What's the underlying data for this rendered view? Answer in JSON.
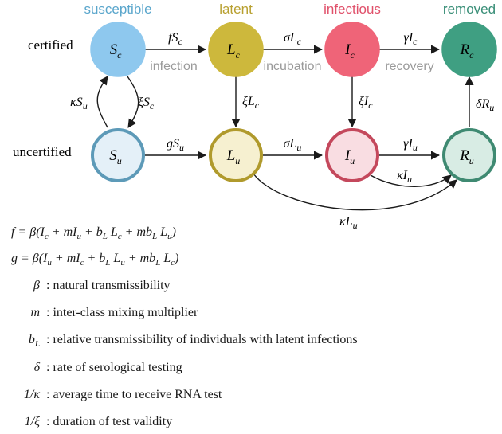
{
  "headers": {
    "susceptible": {
      "text": "susceptible",
      "color": "#5aa6cc"
    },
    "latent": {
      "text": "latent",
      "color": "#b8a030"
    },
    "infectious": {
      "text": "infectious",
      "color": "#e0506a"
    },
    "removed": {
      "text": "removed",
      "color": "#3a8f78"
    }
  },
  "row_labels": {
    "certified": "certified",
    "uncertified": "uncertified"
  },
  "nodes": {
    "Sc": {
      "base": "S",
      "sub": "c",
      "fill": "#8ec8ee",
      "stroke": "#8ec8ee"
    },
    "Lc": {
      "base": "L",
      "sub": "c",
      "fill": "#cdb83c",
      "stroke": "#cdb83c"
    },
    "Ic": {
      "base": "I",
      "sub": "c",
      "fill": "#ef6478",
      "stroke": "#ef6478"
    },
    "Rc": {
      "base": "R",
      "sub": "c",
      "fill": "#3f9f82",
      "stroke": "#3f9f82"
    },
    "Su": {
      "base": "S",
      "sub": "u",
      "fill": "#e4f0f8",
      "stroke": "#5d9ab8"
    },
    "Lu": {
      "base": "L",
      "sub": "u",
      "fill": "#f6f0d0",
      "stroke": "#b09a2c"
    },
    "Iu": {
      "base": "I",
      "sub": "u",
      "fill": "#f9dde2",
      "stroke": "#c4485c"
    },
    "Ru": {
      "base": "R",
      "sub": "u",
      "fill": "#d8ece4",
      "stroke": "#3f8a72"
    }
  },
  "transition_words": {
    "infection": "infection",
    "incubation": "incubation",
    "recovery": "recovery"
  },
  "rates": {
    "fSc": {
      "base": "fS",
      "sub": "c"
    },
    "sigmaLc": {
      "base": "σL",
      "sub": "c"
    },
    "gammaIc": {
      "base": "γI",
      "sub": "c"
    },
    "kappaSu": {
      "base": "κS",
      "sub": "u"
    },
    "xiSc": {
      "base": "ξS",
      "sub": "c"
    },
    "xiLc": {
      "base": "ξL",
      "sub": "c"
    },
    "xiIc": {
      "base": "ξI",
      "sub": "c"
    },
    "deltaRu": {
      "base": "δR",
      "sub": "u"
    },
    "gSu": {
      "base": "gS",
      "sub": "u"
    },
    "sigmaLu": {
      "base": "σL",
      "sub": "u"
    },
    "gammaIu": {
      "base": "γI",
      "sub": "u"
    },
    "kappaIu": {
      "base": "κI",
      "sub": "u"
    },
    "kappaLu": {
      "base": "κL",
      "sub": "u"
    }
  },
  "equations": {
    "f": "f = β(I_c + mI_u + b_L L_c + mb_L L_u)",
    "g": "g = β(I_u + mI_c + b_L L_u + mb_L L_c)"
  },
  "legend": [
    {
      "symbol": "β",
      "desc": ": natural transmissibility"
    },
    {
      "symbol": "m",
      "desc": ": inter-class mixing multiplier"
    },
    {
      "symbol": "b_L",
      "desc": ": relative transmissibility of individuals with latent infections"
    },
    {
      "symbol": "δ",
      "desc": ": rate of serological testing"
    },
    {
      "symbol": "1/κ",
      "desc": ": average time to receive RNA test"
    },
    {
      "symbol": "1/ξ",
      "desc": ": duration of test validity"
    }
  ]
}
